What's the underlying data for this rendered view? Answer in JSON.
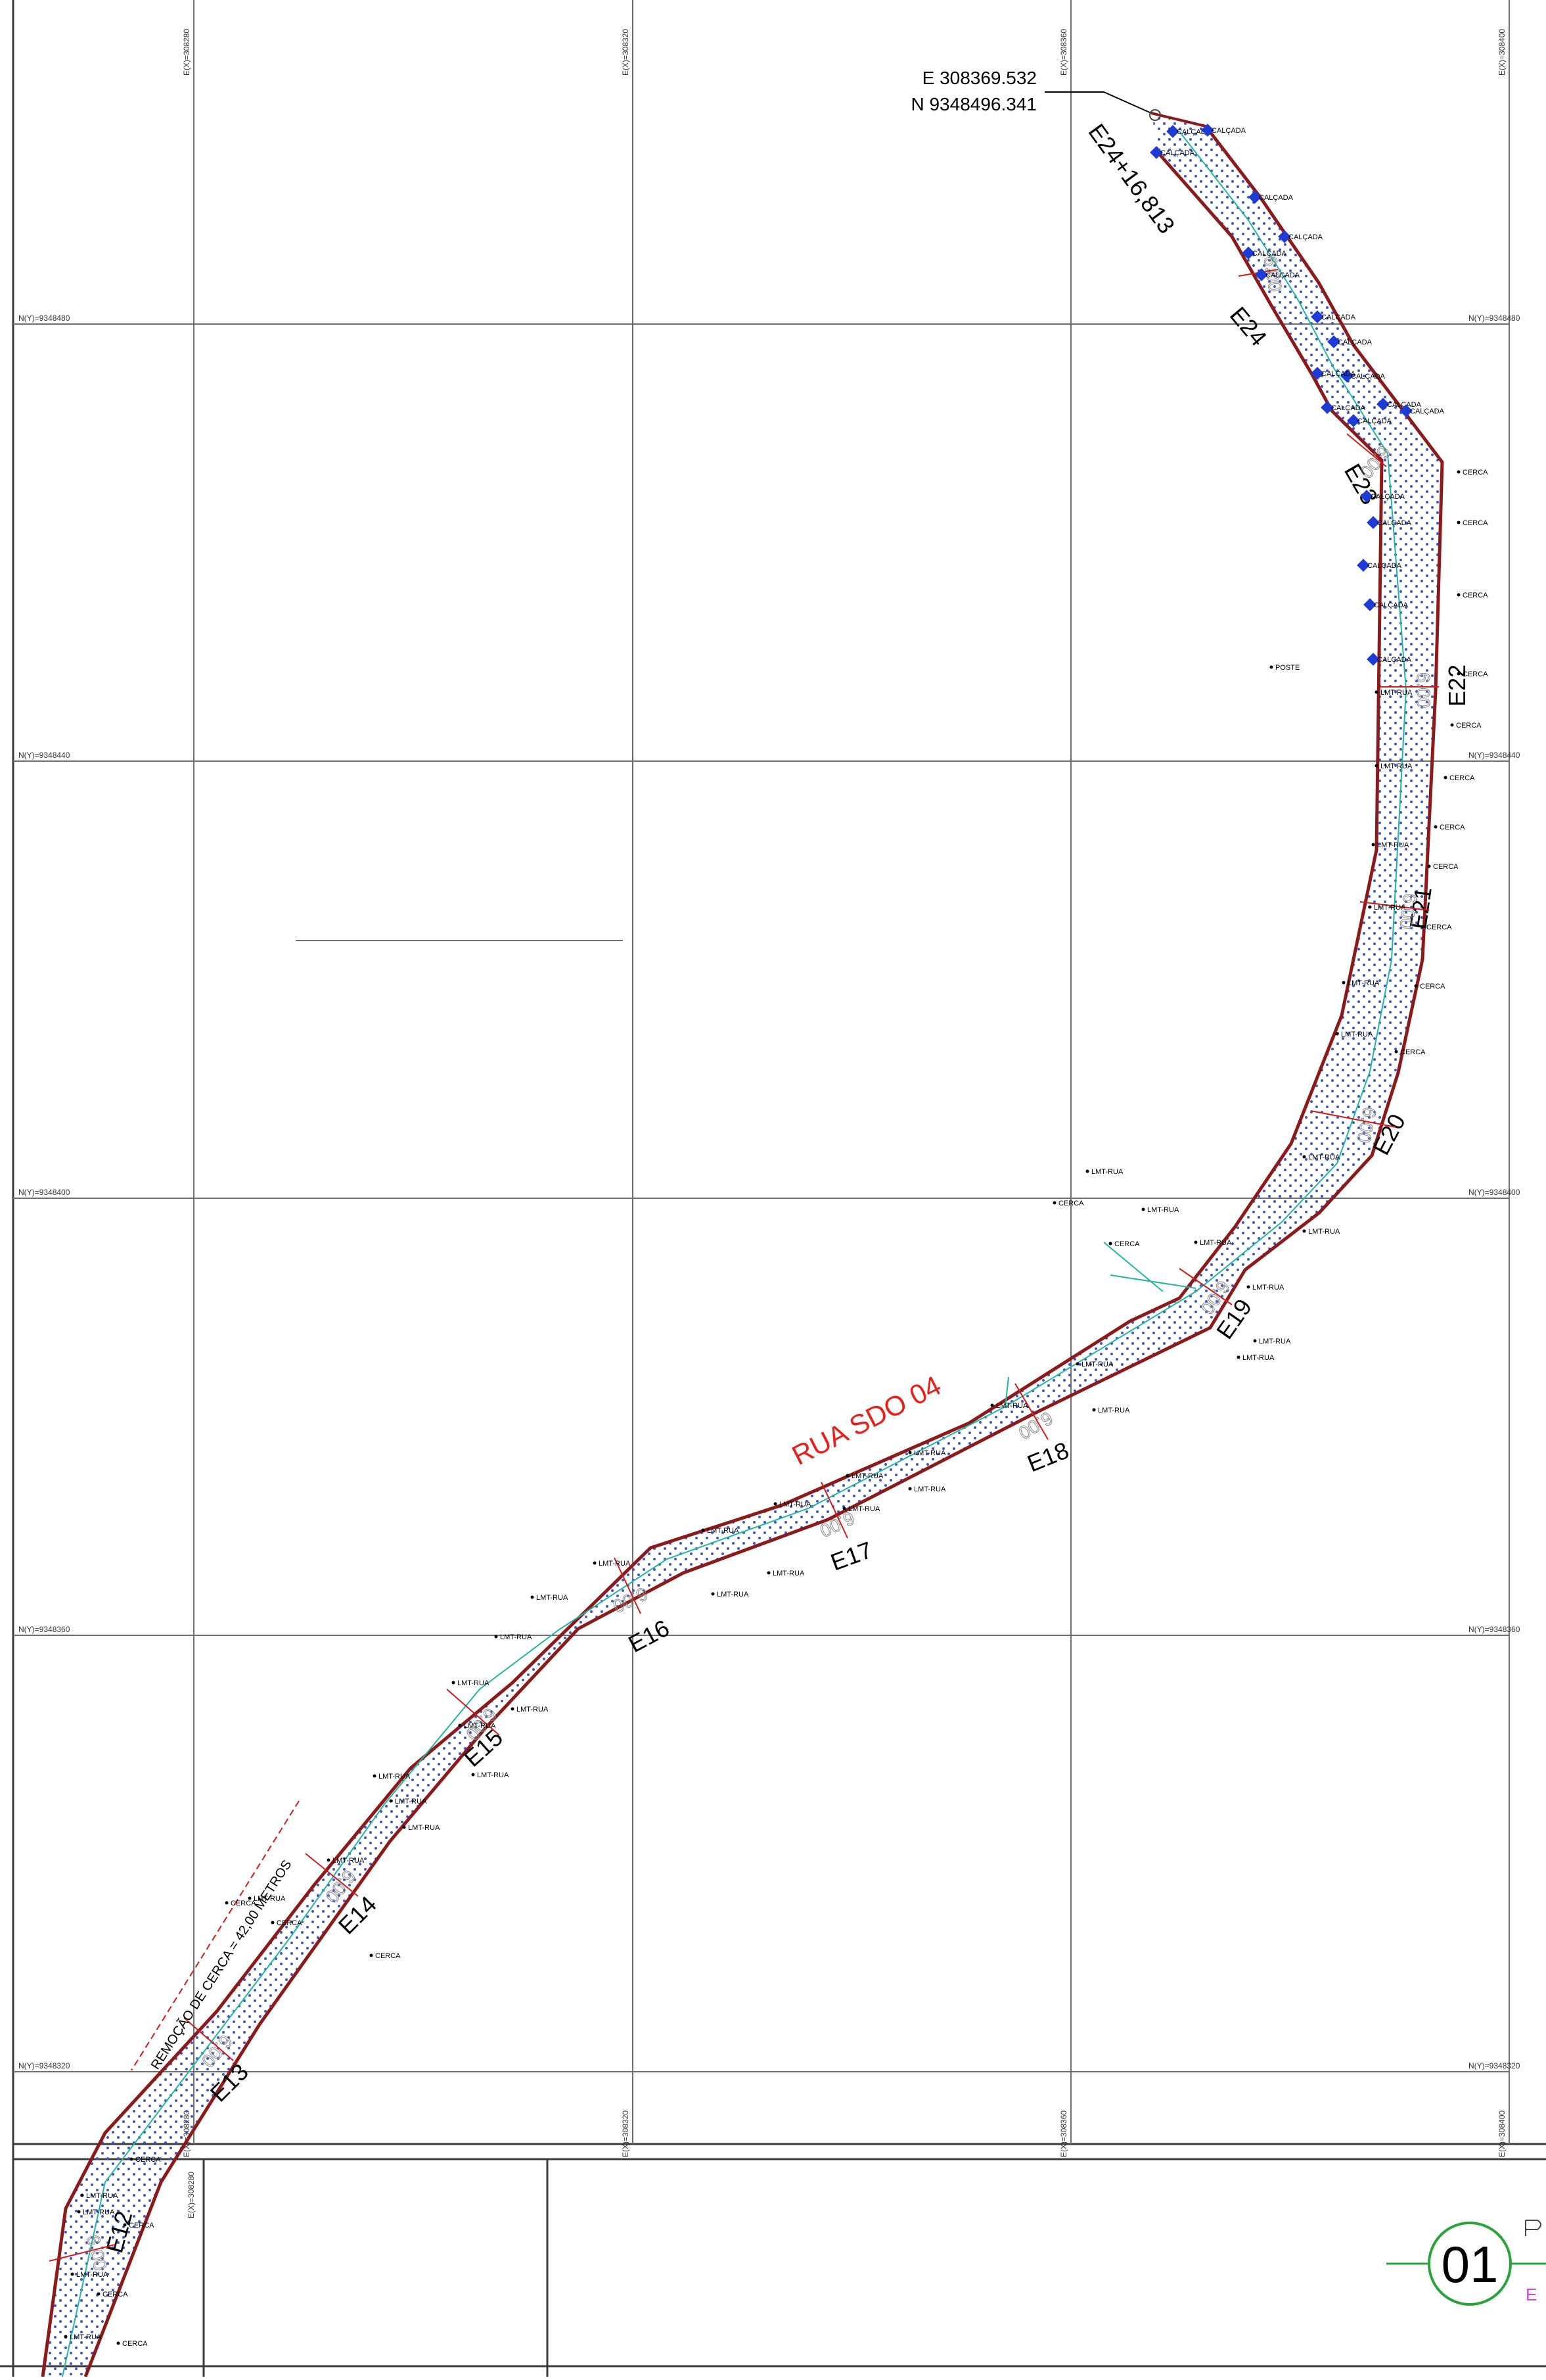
{
  "street": {
    "name": "RUA SDO 04",
    "color": "#e8201b"
  },
  "endpoint": {
    "easting": "E 308369.532",
    "northing": "N 9348496.341"
  },
  "grid": {
    "easting_labels": [
      "E(X)=308280",
      "E(X)=308320",
      "E(X)=308360",
      "E(X)=308400"
    ],
    "northing_labels": [
      "N(Y)=9348480",
      "N(Y)=9348440",
      "N(Y)=9348400",
      "N(Y)=9348360",
      "N(Y)=9348320"
    ]
  },
  "stations": [
    "E12",
    "E13",
    "E14",
    "E15",
    "E16",
    "E17",
    "E18",
    "E19",
    "E20",
    "E21",
    "E22",
    "E23",
    "E24",
    "E24+16,813"
  ],
  "road_width": "6.00",
  "survey_points": {
    "calcada": "CALÇADA",
    "cerca": "CERCA",
    "lmt_rua": "LMT-RUA",
    "poste": "POSTE"
  },
  "fence_note": "REMOÇÃO DE CERCA = 42,00 METROS",
  "sheet_number": "01",
  "colors": {
    "road_edge": "#8b1a1a",
    "fill_dot": "#3a56d6",
    "centerline": "#22b5a0",
    "section": "#d11a1a",
    "badge": "#29a33a",
    "magenta": "#d645d6"
  }
}
